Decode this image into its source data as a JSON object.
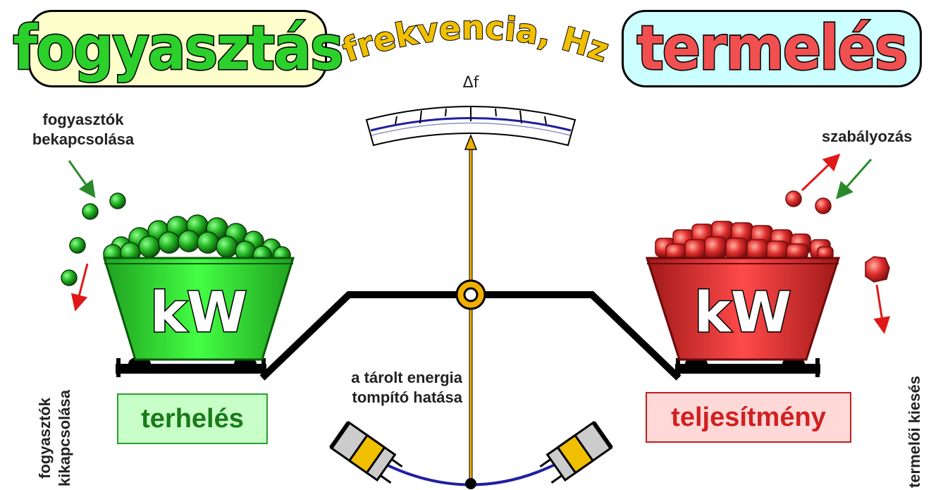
{
  "titles": {
    "consumption": "fogyasztás",
    "frequency": "frekvencia, Hz",
    "generation": "termelés"
  },
  "gauge": {
    "delta_label": "Δf"
  },
  "left": {
    "unit": "kW",
    "label": "terhelés",
    "connect_note": [
      "fogyasztók",
      "bekapcsolása"
    ],
    "disconnect_note": [
      "fogyasztók",
      "kikapcsolása"
    ]
  },
  "right": {
    "unit": "kW",
    "label": "teljesítmény",
    "regulation_note": "szabályozás",
    "loss_note": "termelői kiesés"
  },
  "center": {
    "energy_note": [
      "a tárolt energia",
      "tompító hatása"
    ]
  },
  "colors": {
    "consumption_box_bg": "#ffffcc",
    "consumption_text": "#2bd02b",
    "generation_box_bg": "#ccffff",
    "generation_text": "#f05050",
    "frequency_text": "#f0c000",
    "green_cart": "#2ee62e",
    "red_cart": "#e02828",
    "pointer": "#f0b000",
    "scale_blue": "#2020a0"
  }
}
